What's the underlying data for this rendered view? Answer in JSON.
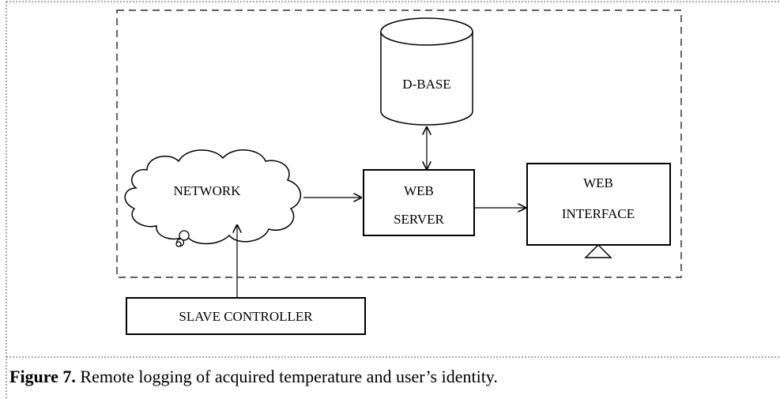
{
  "diagram": {
    "nodes": {
      "database": "D-BASE",
      "network": "NETWORK",
      "web_server_line1": "WEB",
      "web_server_line2": "SERVER",
      "web_interface_line1": "WEB",
      "web_interface_line2": "INTERFACE",
      "slave_controller": "SLAVE CONTROLLER"
    }
  },
  "caption": {
    "label": "Figure 7.",
    "text": " Remote logging of acquired temperature and user’s identity."
  }
}
